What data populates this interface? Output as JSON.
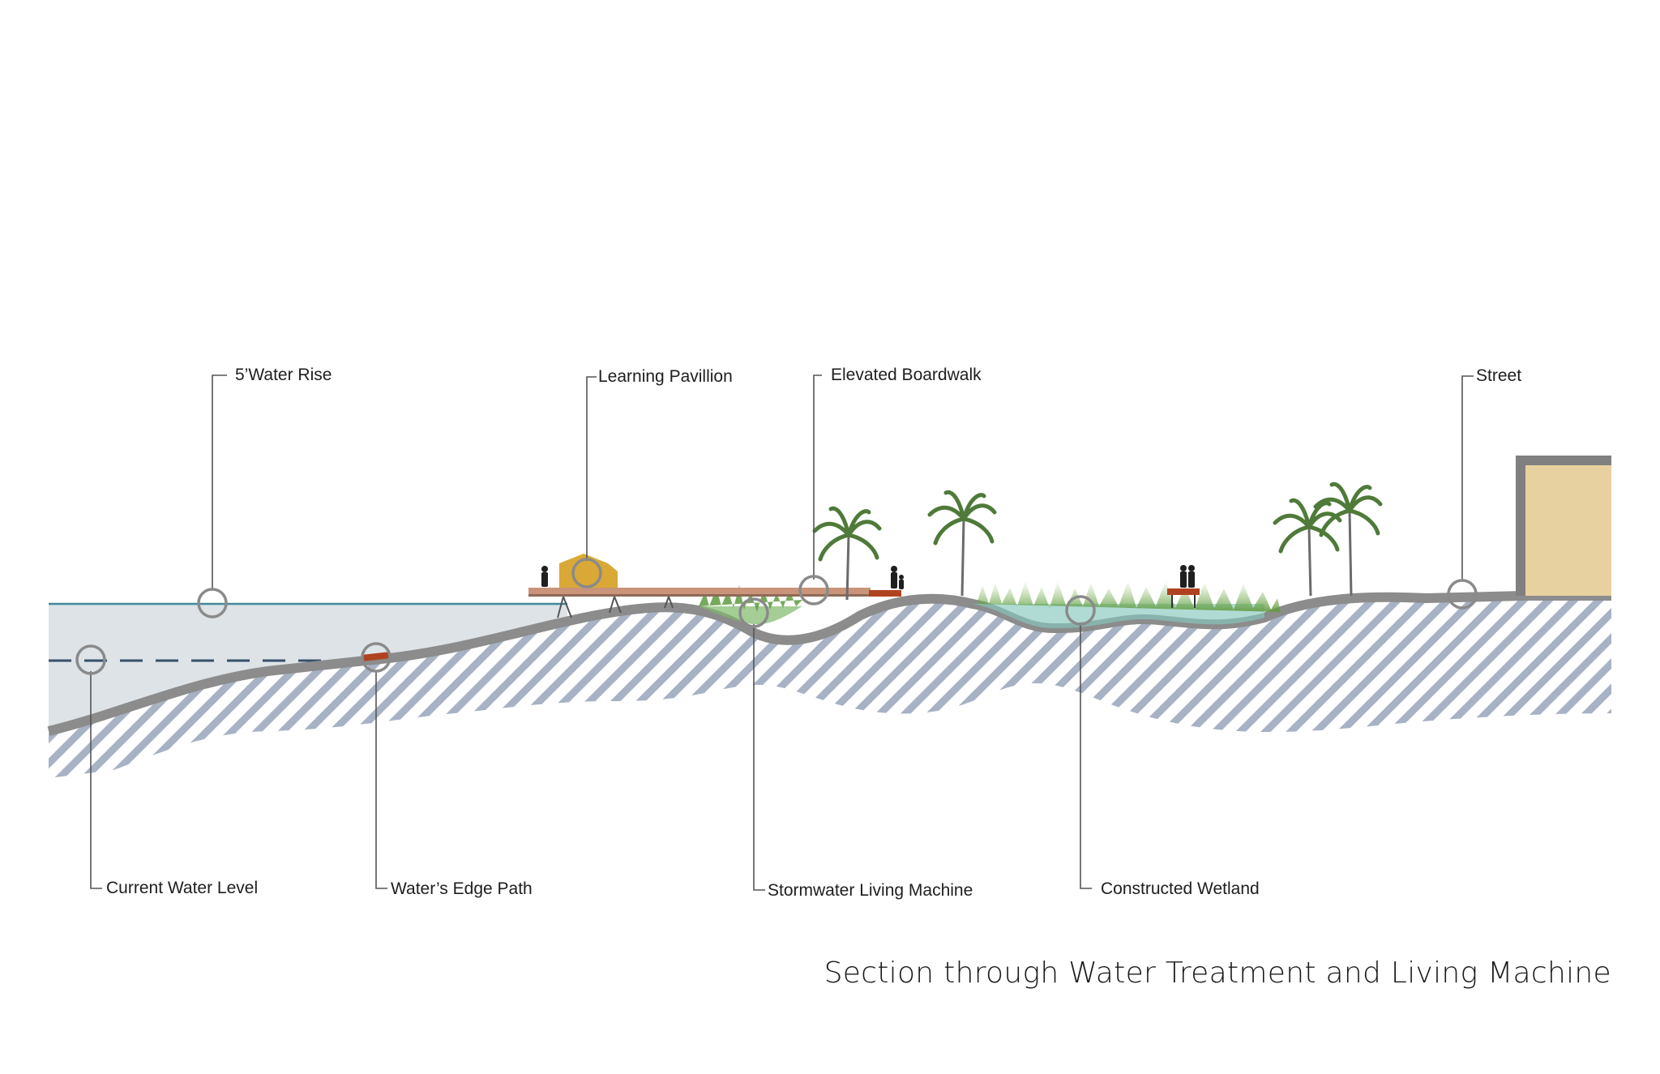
{
  "labels": {
    "water_rise": "5’Water Rise",
    "learning_pavillion": "Learning Pavillion",
    "elevated_boardwalk": "Elevated Boardwalk",
    "street": "Street",
    "current_water_level": "Current Water Level",
    "waters_edge_path": "Water’s Edge Path",
    "stormwater_living_machine": "Stormwater Living Machine",
    "constructed_wetland": "Constructed Wetland"
  },
  "caption": "Section through Water Treatment and Living Machine",
  "colors": {
    "water": "#dde3e7",
    "water_line": "#3f8a9b",
    "dashed_line": "#37506b",
    "ground": "#8c8c8c",
    "hatch": "#a7b2c4",
    "pavilion": "#d9a836",
    "building": "#e8d1a0",
    "building_frame": "#808080",
    "vegetation": "#6aa04a",
    "wetland_water": "#86c7bd",
    "boardwalk": "#c9947a",
    "path_accent": "#b0431f",
    "leader": "#555555",
    "marker": "#8a8a8a"
  }
}
